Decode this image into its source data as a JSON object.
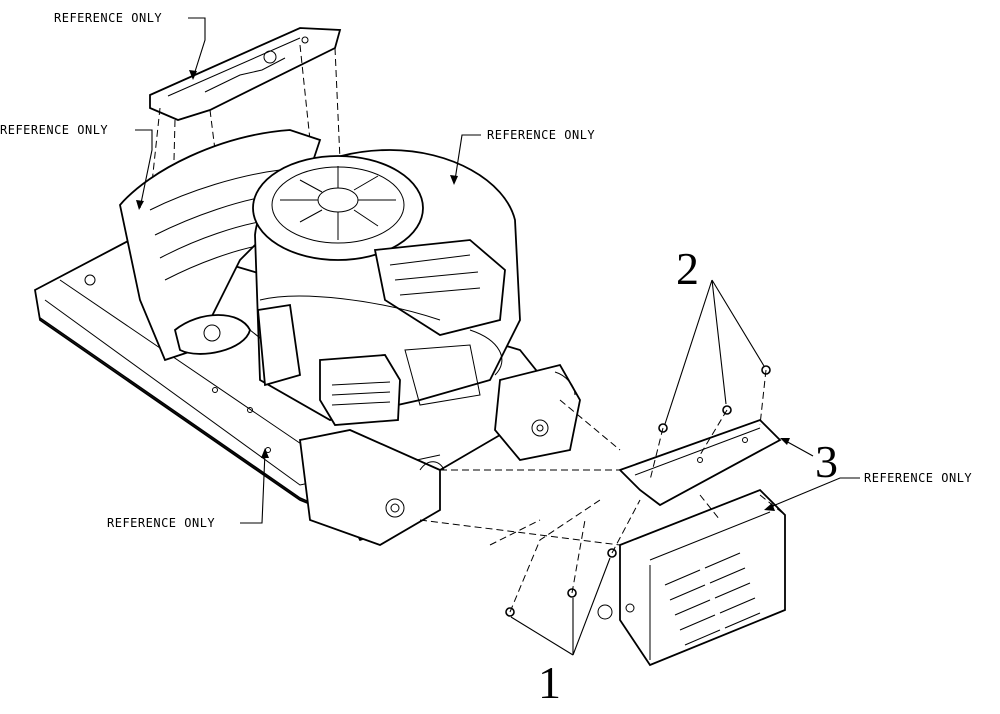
{
  "callouts": {
    "ref_top": "REFERENCE ONLY",
    "ref_left": "REFERENCE ONLY",
    "ref_engine": "REFERENCE ONLY",
    "ref_frame": "REFERENCE ONLY",
    "ref_shield": "REFERENCE ONLY"
  },
  "item_numbers": {
    "one": "1",
    "two": "2",
    "three": "3"
  }
}
